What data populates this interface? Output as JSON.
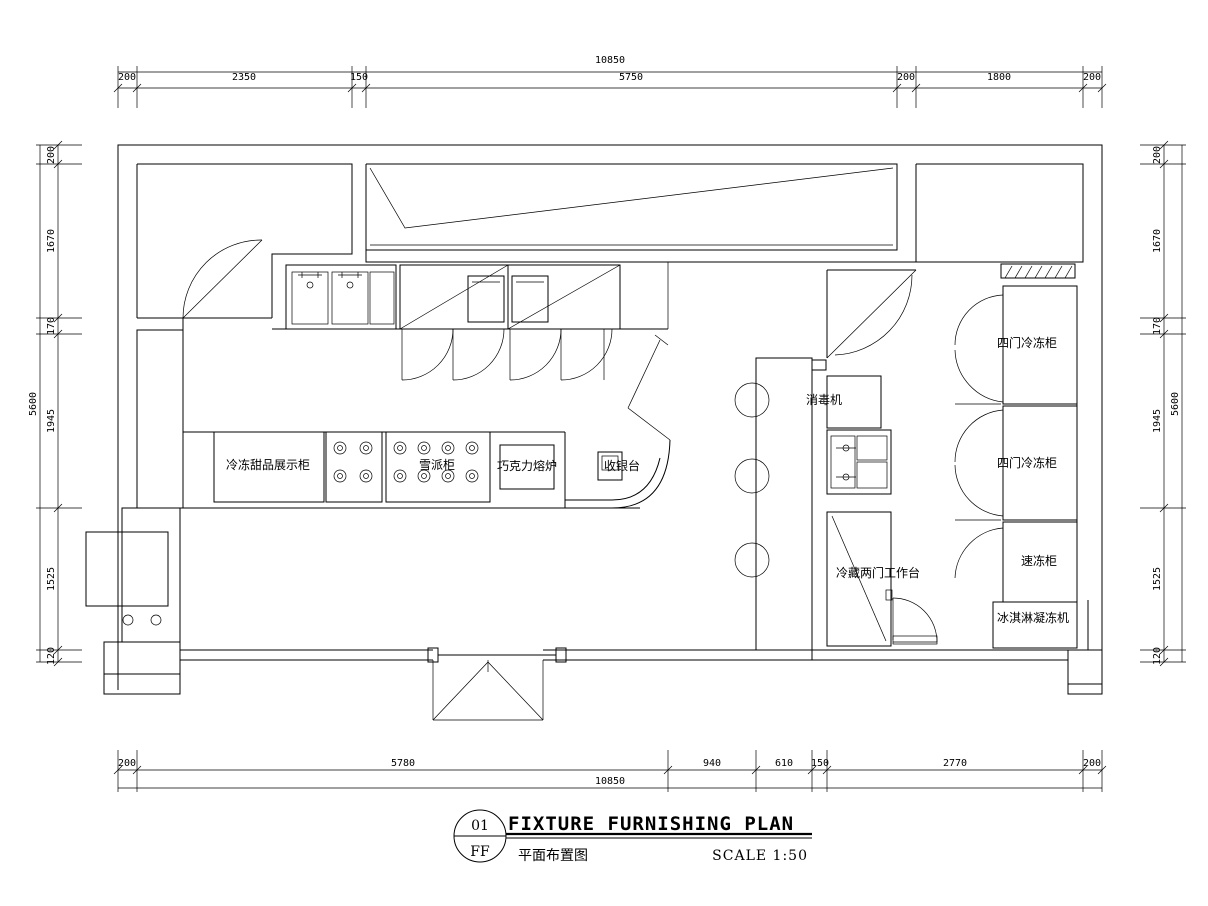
{
  "dimensions": {
    "top_total": "10850",
    "top_segments": [
      "200",
      "2350",
      "150",
      "5750",
      "200",
      "1800",
      "200"
    ],
    "bottom_total": "10850",
    "bottom_segments": [
      "200",
      "5780",
      "940",
      "610",
      "150",
      "2770",
      "200"
    ],
    "left_total": "5600",
    "left_segments": [
      "200",
      "1670",
      "170",
      "1945",
      "1525",
      "120"
    ],
    "right_total": "5600",
    "right_segments": [
      "200",
      "1670",
      "170",
      "1945",
      "1525",
      "120"
    ]
  },
  "rooms": {
    "dessert_cabinet": "冷冻甜品展示柜",
    "gelato_cabinet": "雪派柜",
    "chocolate_melter": "巧克力熔炉",
    "cashier": "收银台",
    "disinfection": "消毒机",
    "four_door_fridge_1": "四门冷冻柜",
    "four_door_fridge_2": "四门冷冻柜",
    "blast_freezer": "速冻柜",
    "ice_cream_machine": "冰淇淋凝冻机",
    "cold_workbench": "冷藏两门工作台"
  },
  "title_block": {
    "number": "01",
    "code": "FF",
    "title": "FIXTURE FURNISHING PLAN",
    "subtitle": "平面布置图",
    "scale": "SCALE 1:50"
  }
}
